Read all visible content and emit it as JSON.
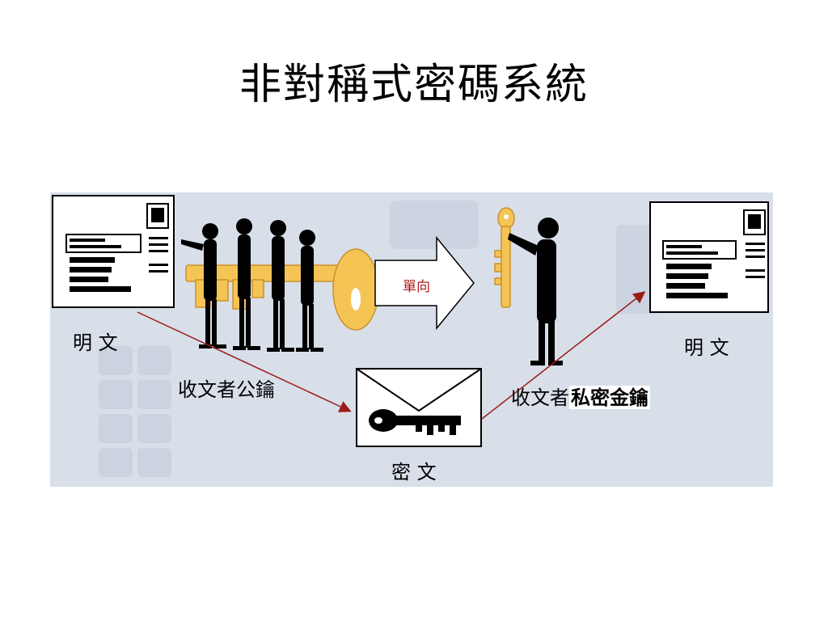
{
  "title": "非對稱式密碼系統",
  "diagram": {
    "plaintext_left_label": "明 文",
    "plaintext_right_label": "明 文",
    "public_key_label": "收文者公鑰",
    "private_key_label_prefix": "收文者",
    "private_key_label_highlight": "私密金鑰",
    "ciphertext_label": "密 文",
    "one_way_label": "單向"
  },
  "colors": {
    "diagram_background": "#d8dfe9",
    "key_gold": "#f4c455",
    "flow_arrow": "#9b1b1b",
    "one_way_text": "#b01818"
  },
  "icons": [
    "document-icon",
    "people-holding-key-icon",
    "one-way-arrow-icon",
    "person-holding-key-icon",
    "envelope-with-key-icon"
  ]
}
